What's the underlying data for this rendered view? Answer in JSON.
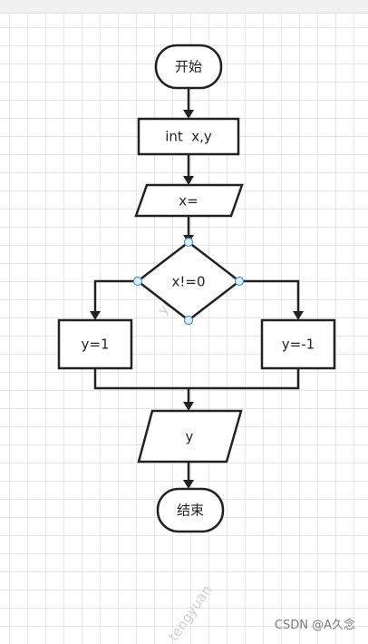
{
  "flowchart": {
    "start_label": "开始",
    "declare_label": "int  x,y",
    "input_label": "x=",
    "condition_label": "x!=0",
    "true_branch_label": "y=1",
    "false_branch_label": "y=-1",
    "output_label": "y",
    "end_label": "结束"
  },
  "watermark": {
    "text_1": "yuanq",
    "text_2": "tengyuan"
  },
  "footer": {
    "credit": "CSDN @A久念"
  },
  "colors": {
    "stroke": "#222222",
    "grid": "#e6e6e6",
    "selection_handle": "#4a90c4"
  }
}
